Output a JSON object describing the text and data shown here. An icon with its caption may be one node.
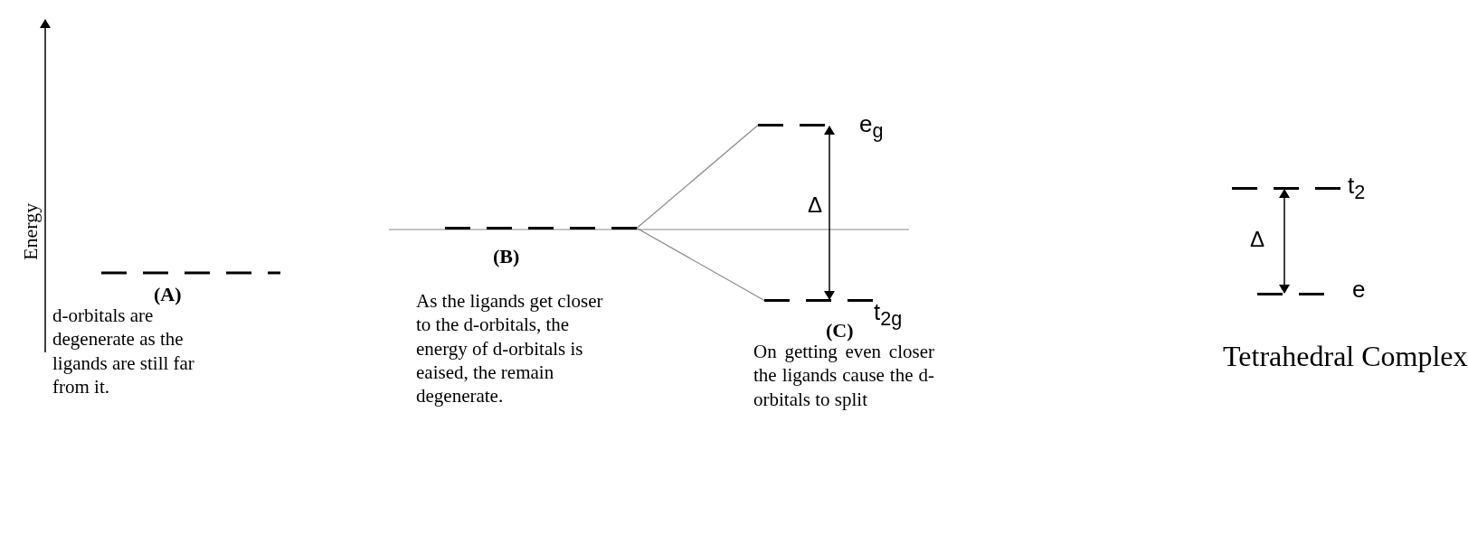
{
  "diagram": {
    "nodes": [
      {
        "text": [],
        "shape": "bar"
      },
      {
        "text": [],
        "shape": "bar",
        "beside": [
          "e$_{g}$"
        ]
      },
      {
        "text": [],
        "shape": "bar",
        "beside": [
          "t$_{2g}$"
        ]
      },
      {
        "text": [],
        "shape": "bar",
        "beside": [
          "t$_{2}$"
        ]
      },
      {
        "text": [],
        "shape": "bar",
        "beside": [
          "e"
        ]
      }
    ],
    "edges": [
      {
        "from": 0,
        "to": 1,
        "arrow": "none",
        "color": "#888888"
      },
      {
        "from": 0,
        "to": 2,
        "arrow": "none",
        "color": "#888888"
      },
      {
        "from": 1,
        "to": 2,
        "arrow": "both",
        "color": "#000000"
      },
      {
        "from": 3,
        "to": 4,
        "arrow": "both",
        "color": "#000000"
      }
    ],
    "labels": [
      "Energy",
      "(A)",
      "d-orbitals are degenerate as the ligands are still far from it.",
      "(B)",
      "As the ligands get closer to the d-orbitals, the energy of d-orbitals is eaised, the remain degenerate.",
      "Δ",
      "(C)",
      "On getting even closer the ligands cause the d-orbitals to split",
      "Δ",
      "Tetrahedral Complex"
    ]
  }
}
